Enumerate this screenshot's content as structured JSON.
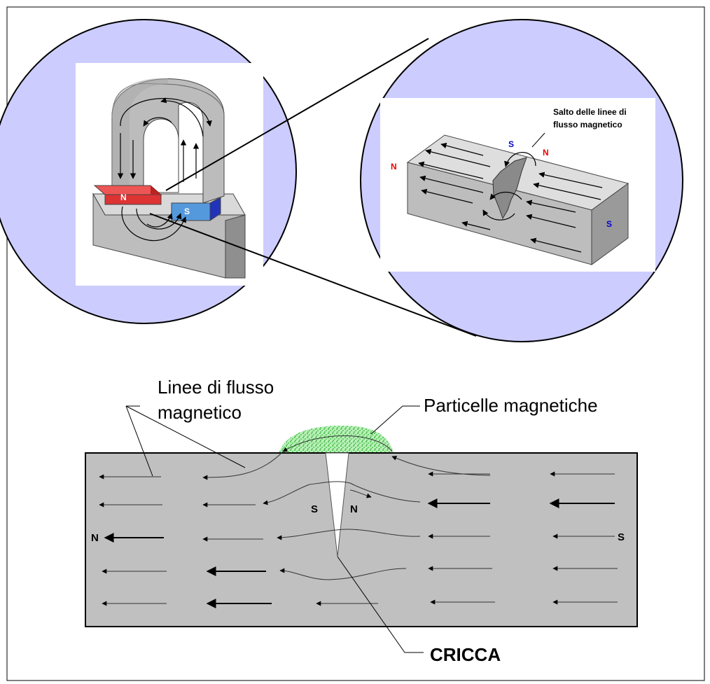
{
  "diagram": {
    "magnet_zoom": {
      "pole_n": "N",
      "pole_s": "S"
    },
    "bar_zoom": {
      "callout": [
        "Salto delle linee di",
        "flusso magnetico"
      ],
      "pole_n_left": "N",
      "pole_s_crack": "S",
      "pole_n_crack": "N",
      "pole_s_right": "S"
    },
    "cross_section": {
      "flux_label": [
        "Linee di flusso",
        "magnetico"
      ],
      "particles_label": "Particelle magnetiche",
      "crack_label": "CRICCA",
      "pole_n_left": "N",
      "pole_s_right": "S",
      "pole_s_crack": "S",
      "pole_n_crack": "N"
    },
    "colors": {
      "circle_fill": "#ccccff",
      "steel_gray": "#c0c0c0",
      "pole_red": "#dd3333",
      "pole_blue": "#5599dd",
      "particles_green": "#33bb33"
    }
  }
}
